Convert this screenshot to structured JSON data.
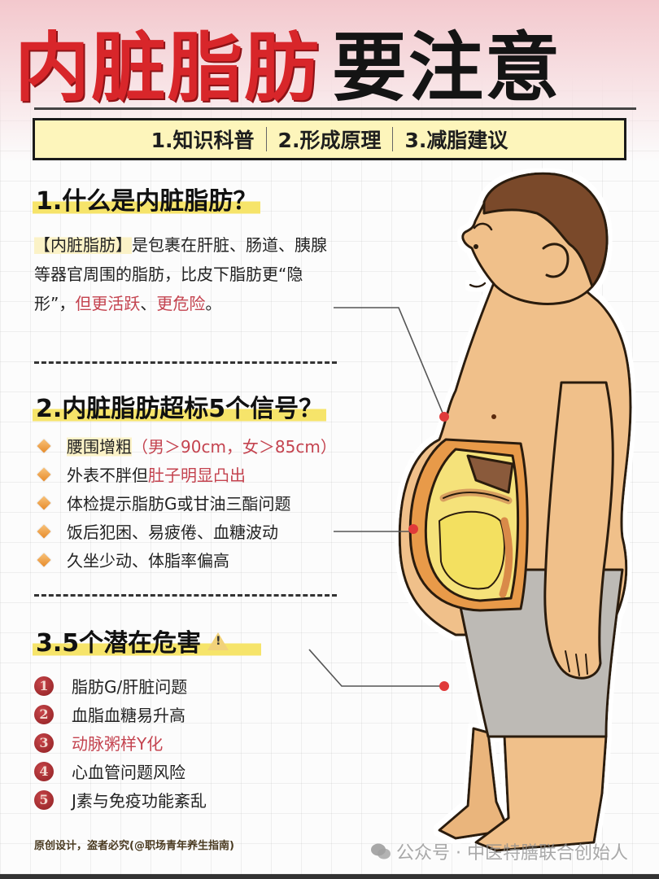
{
  "header": {
    "title_red": "内脏脂肪",
    "title_black": "要注意",
    "nav": [
      "1.知识科普",
      "2.形成原理",
      "3.减脂建议"
    ]
  },
  "section1": {
    "heading": "1.什么是内脏脂肪？",
    "term": "【内脏脂肪】",
    "text_a": "是包裹在肝脏、肠道、胰腺等器官周围的脂肪，比皮下脂肪更“隐形”，",
    "text_red_1": "但更活跃",
    "text_b": "、",
    "text_red_2": "更危险",
    "text_end": "。"
  },
  "section2": {
    "heading": "2.内脏脂肪超标5个信号？",
    "items": [
      {
        "text": "腰围增粗",
        "red": "（男＞90cm，女＞85cm）"
      },
      {
        "text": "外表不胖但",
        "red": "肚子明显凸出"
      },
      {
        "text": "体检提示脂肪G或甘油三酯问题",
        "red": ""
      },
      {
        "text": "饭后犯困、易疲倦、血糖波动",
        "red": ""
      },
      {
        "text": "久坐少动、体脂率偏高",
        "red": ""
      }
    ]
  },
  "section3": {
    "heading": "3.5个潜在危害",
    "warning_mark": "!",
    "items": [
      {
        "num": "1",
        "text": "脂肪G/肝脏问题",
        "red": false
      },
      {
        "num": "2",
        "text": "血脂血糖易升高",
        "red": false
      },
      {
        "num": "3",
        "text": "动脉粥样Y化",
        "red": true
      },
      {
        "num": "4",
        "text": "心血管问题风险",
        "red": false
      },
      {
        "num": "5",
        "text": "J素与免疫功能紊乱",
        "red": false
      }
    ]
  },
  "footer": {
    "credit": "原创设计，盗者必究(@职场青年养生指南)",
    "watermark": "公众号 · 中医特膳联合创始人"
  },
  "colors": {
    "title_red": "#d8262a",
    "accent_red_text": "#c4434f",
    "highlight_yellow": "#f6e46a",
    "nav_bg": "#fdf5bb",
    "skin": "#f0c08a",
    "hair": "#7a4a2a",
    "shorts": "#bdbab5",
    "marker_red": "#e03a3a"
  },
  "illustration": {
    "subject": "overweight-man-side-view",
    "callout_markers": [
      "chest",
      "belly",
      "shorts"
    ]
  }
}
